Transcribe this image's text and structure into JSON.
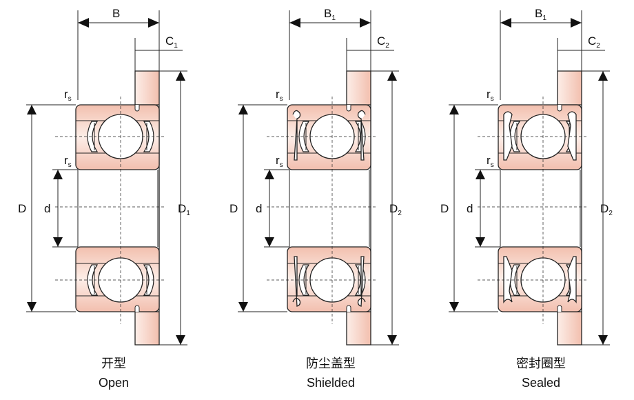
{
  "colors": {
    "ring_fill_dark": "#f2bfae",
    "ring_fill_light": "#fdeee8",
    "line": "#222222"
  },
  "bearings": [
    {
      "type": "open",
      "width_label": "B",
      "width_sub": "",
      "flange_label": "C",
      "flange_sub": "1",
      "outer_label": "D",
      "bore_label": "d",
      "flange_dia_label": "D",
      "flange_dia_sub": "1",
      "radius_label": "r",
      "radius_sub": "s",
      "caption_cn": "开型",
      "caption_en": "Open"
    },
    {
      "type": "shielded",
      "width_label": "B",
      "width_sub": "1",
      "flange_label": "C",
      "flange_sub": "2",
      "outer_label": "D",
      "bore_label": "d",
      "flange_dia_label": "D",
      "flange_dia_sub": "2",
      "radius_label": "r",
      "radius_sub": "s",
      "caption_cn": "防尘盖型",
      "caption_en": "Shielded"
    },
    {
      "type": "sealed",
      "width_label": "B",
      "width_sub": "1",
      "flange_label": "C",
      "flange_sub": "2",
      "outer_label": "D",
      "bore_label": "d",
      "flange_dia_label": "D",
      "flange_dia_sub": "2",
      "radius_label": "r",
      "radius_sub": "s",
      "caption_cn": "密封圈型",
      "caption_en": "Sealed"
    }
  ]
}
